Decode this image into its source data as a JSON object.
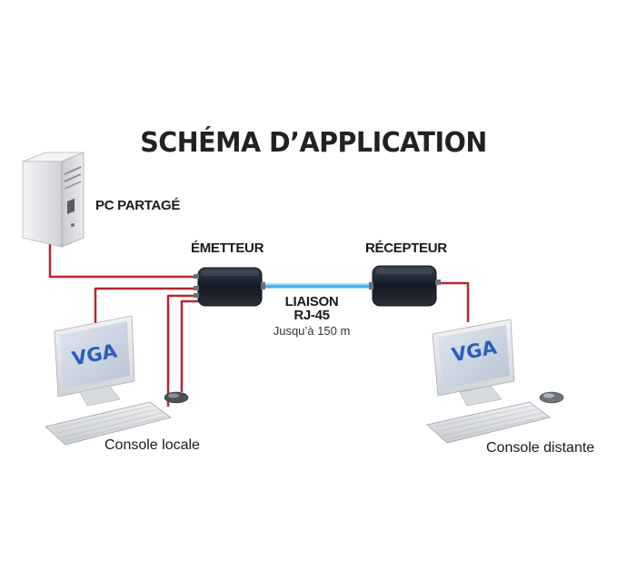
{
  "title": "SCHÉMA D’APPLICATION",
  "labels": {
    "pc": "PC PARTAGÉ",
    "emetteur": "ÉMETTEUR",
    "recepteur": "RÉCEPTEUR",
    "liaison_line1": "LIAISON",
    "liaison_line2": "RJ-45",
    "liaison_distance": "Jusqu’à 150 m",
    "console_locale": "Console locale",
    "console_distante": "Console distante",
    "vga_left": "VGA",
    "vga_right": "VGA"
  },
  "colors": {
    "cable_red": "#b82530",
    "cable_blue": "#3fb3e6",
    "device_dark": "#1c2330",
    "screen_blue": "#2a5dbf"
  }
}
